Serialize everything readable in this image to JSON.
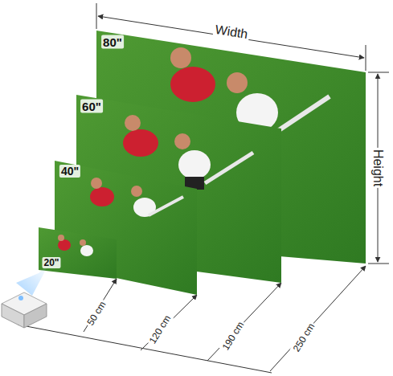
{
  "diagram": {
    "labels": [
      "Width",
      "Height",
      "80\"",
      "60\"",
      "40\"",
      "20\"",
      "50 cm",
      "120 cm",
      "190 cm",
      "250 cm"
    ]
  }
}
